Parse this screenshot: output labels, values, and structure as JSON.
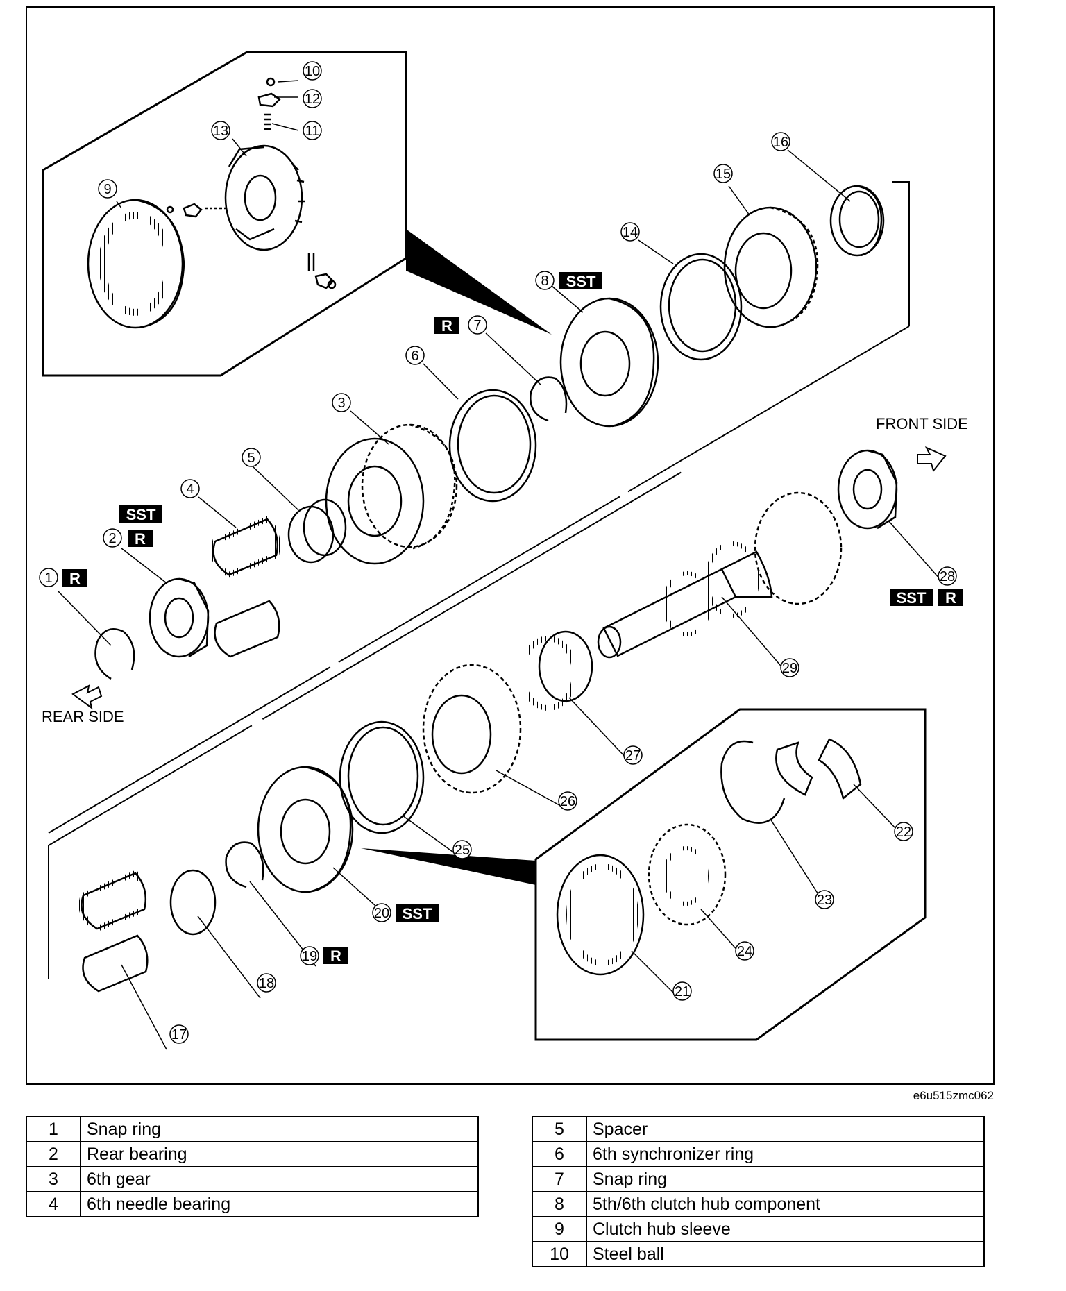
{
  "diagram": {
    "image_code": "e6u515zmc062",
    "front_side_label": "FRONT SIDE",
    "rear_side_label": "REAR SIDE",
    "tag_sst": "SST",
    "tag_r": "R",
    "callouts": [
      "1",
      "2",
      "3",
      "4",
      "5",
      "6",
      "7",
      "8",
      "9",
      "10",
      "11",
      "12",
      "13",
      "14",
      "15",
      "16",
      "17",
      "18",
      "19",
      "20",
      "21",
      "22",
      "23",
      "24",
      "25",
      "26",
      "27",
      "28",
      "29"
    ]
  },
  "legend_left": [
    {
      "num": "1",
      "name": "Snap ring"
    },
    {
      "num": "2",
      "name": "Rear bearing"
    },
    {
      "num": "3",
      "name": "6th gear"
    },
    {
      "num": "4",
      "name": "6th needle bearing"
    }
  ],
  "legend_right": [
    {
      "num": "5",
      "name": "Spacer"
    },
    {
      "num": "6",
      "name": "6th synchronizer ring"
    },
    {
      "num": "7",
      "name": "Snap ring"
    },
    {
      "num": "8",
      "name": "5th/6th clutch hub component"
    },
    {
      "num": "9",
      "name": "Clutch hub sleeve"
    },
    {
      "num": "10",
      "name": "Steel ball"
    }
  ]
}
